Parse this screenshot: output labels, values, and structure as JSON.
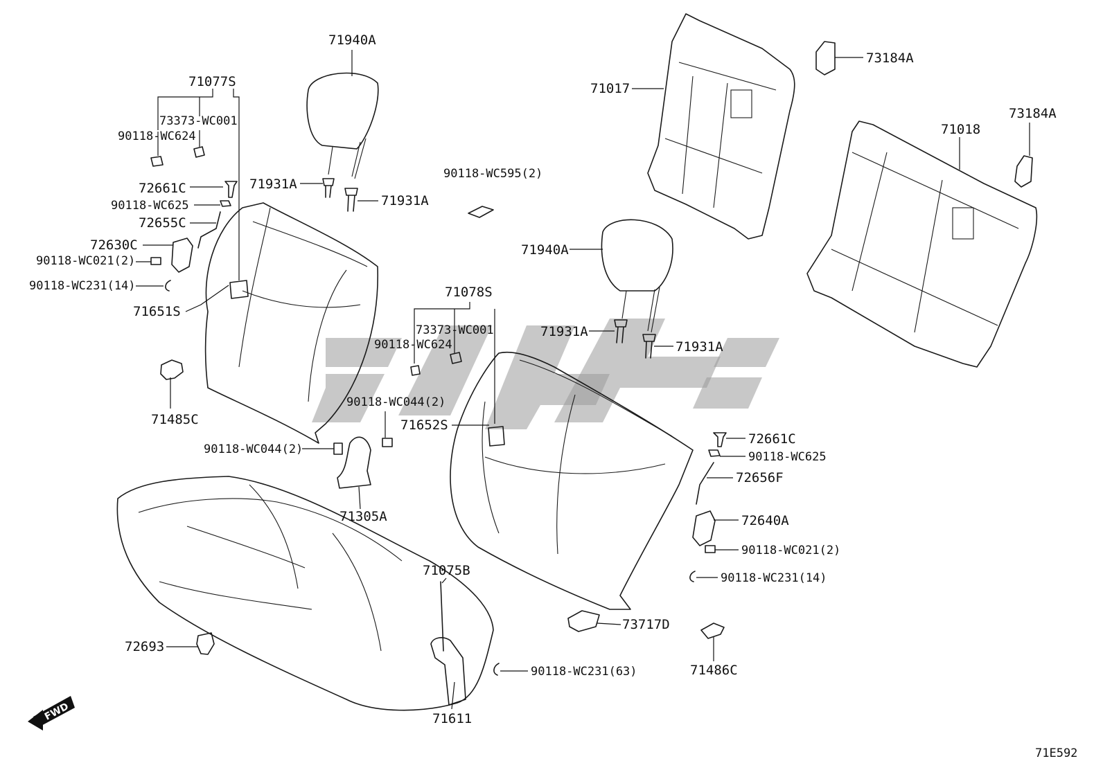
{
  "diagram_id": "71E592",
  "fwd_label": "FWD",
  "colors": {
    "line": "#1a1a1a",
    "watermark": "#9a9a9a",
    "background": "#ffffff"
  },
  "labels": {
    "l71940A_left": "71940A",
    "l71077S": "71077S",
    "l73373_left": "73373-WC001",
    "l90118_wc624_left": "90118-WC624",
    "l72661C_left": "72661C",
    "l90118_wc625_left": "90118-WC625",
    "l72655C": "72655C",
    "l72630C": "72630C",
    "l90118_wc021_left": "90118-WC021(2)",
    "l90118_wc231_left": "90118-WC231(14)",
    "l71651S": "71651S",
    "l71931A_1": "71931A",
    "l71931A_2": "71931A",
    "l90118_wc595": "90118-WC595(2)",
    "l71485C": "71485C",
    "l71078S": "71078S",
    "l73373_mid": "73373-WC001",
    "l90118_wc624_mid": "90118-WC624",
    "l90118_wc044_a": "90118-WC044(2)",
    "l71652S": "71652S",
    "l90118_wc044_b": "90118-WC044(2)",
    "l71305A": "71305A",
    "l71940A_right": "71940A",
    "l71931A_3": "71931A",
    "l71931A_4": "71931A",
    "l71017": "71017",
    "l73184A_1": "73184A",
    "l73184A_2": "73184A",
    "l71018": "71018",
    "l72661C_right": "72661C",
    "l90118_wc625_right": "90118-WC625",
    "l72656F": "72656F",
    "l72640A": "72640A",
    "l90118_wc021_right": "90118-WC021(2)",
    "l90118_wc231_right": "90118-WC231(14)",
    "l71075B": "71075B",
    "l73717D": "73717D",
    "l71486C": "71486C",
    "l72693": "72693",
    "l90118_wc231_63": "90118-WC231(63)",
    "l71611": "71611"
  }
}
